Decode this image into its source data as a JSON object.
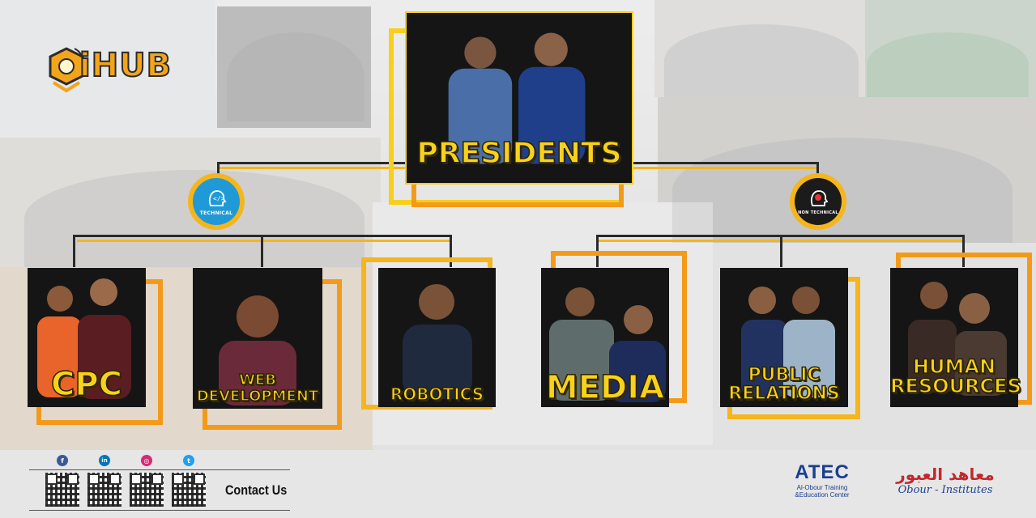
{
  "brand": {
    "logo_text": "iHUB"
  },
  "presidents": {
    "title": "PRESIDENTS"
  },
  "branches": [
    {
      "badge_label": "TECHNICAL",
      "icon": "code-head-icon"
    },
    {
      "badge_label": "NON TECHNICAL",
      "icon": "gear-head-icon"
    }
  ],
  "committees": [
    {
      "name_line1": "CPC",
      "name_line2": ""
    },
    {
      "name_line1": "WEB",
      "name_line2": "DEVELOPMENT"
    },
    {
      "name_line1": "ROBOTICS",
      "name_line2": ""
    },
    {
      "name_line1": "MEDIA",
      "name_line2": ""
    },
    {
      "name_line1": "PUBLIC",
      "name_line2": "RELATIONS"
    },
    {
      "name_line1": "HUMAN",
      "name_line2": "RESOURCES"
    }
  ],
  "footer": {
    "social": [
      {
        "icon": "facebook-icon",
        "glyph": "f",
        "color": "#3b5998"
      },
      {
        "icon": "linkedin-icon",
        "glyph": "in",
        "color": "#0077b5"
      },
      {
        "icon": "instagram-icon",
        "glyph": "◎",
        "color": "#d62976"
      },
      {
        "icon": "twitter-icon",
        "glyph": "t",
        "color": "#1da1f2"
      }
    ],
    "contact_text": "Contact Us",
    "atec": {
      "logo": "ATEC",
      "line1": "Al-Obour Training",
      "line2": "&Education Center"
    },
    "obour": {
      "arabic": "معاهد العبور",
      "latin": "Obour - Institutes"
    }
  },
  "colors": {
    "accent_yellow": "#f7d21c",
    "accent_orange": "#f39a1a",
    "card_bg": "#151515",
    "tech_blue": "#1f9ad6"
  }
}
